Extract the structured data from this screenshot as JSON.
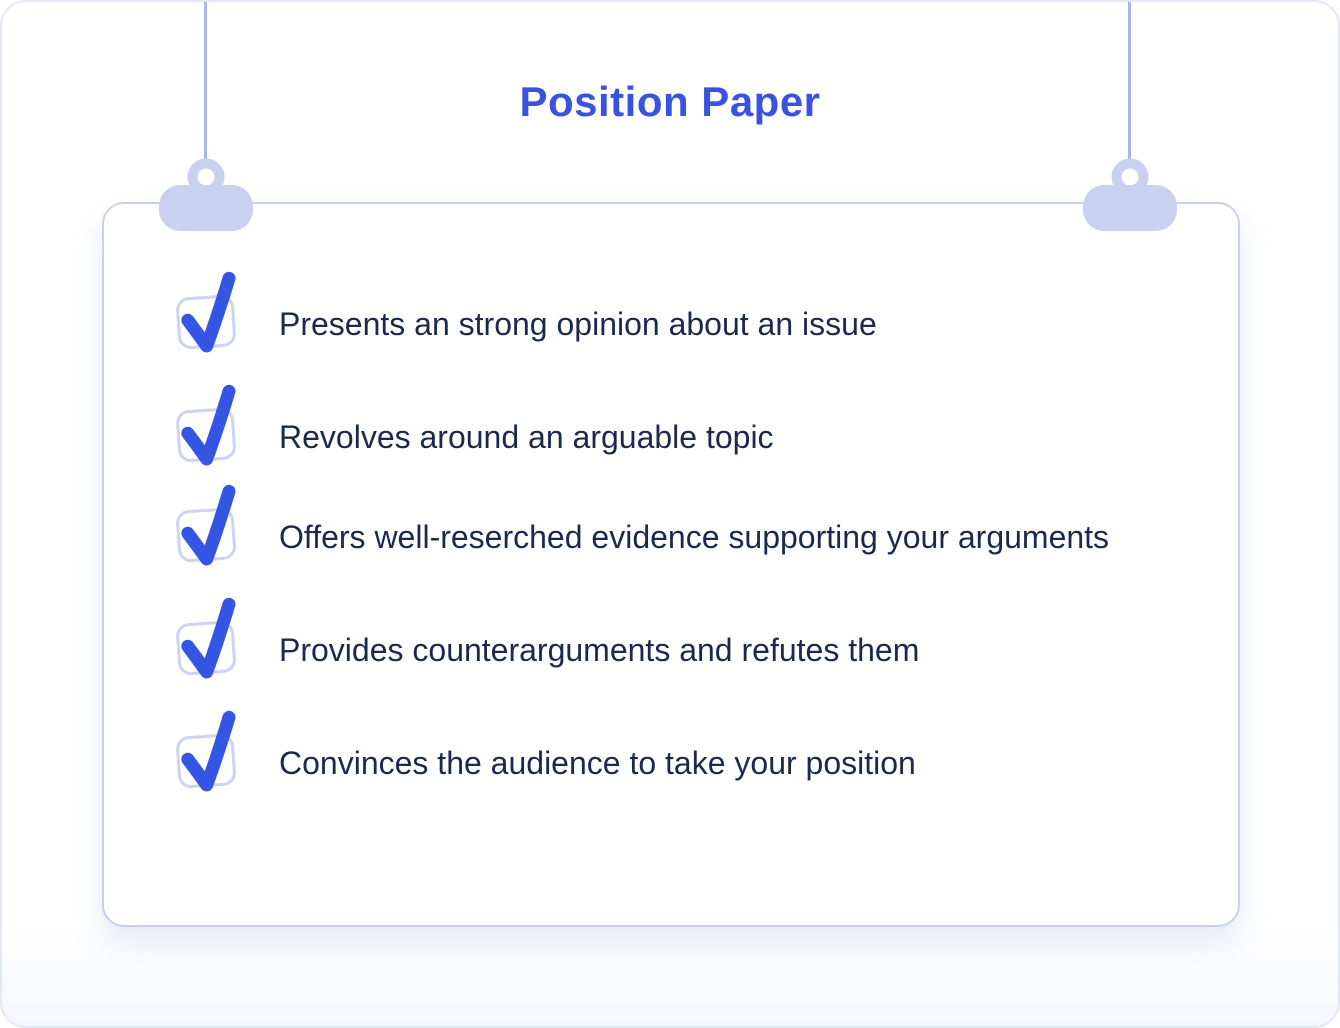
{
  "title": "Position Paper",
  "checklist": {
    "items": [
      {
        "label": "Presents an strong opinion about an issue",
        "checked": true
      },
      {
        "label": "Revolves around an arguable topic",
        "checked": true
      },
      {
        "label": "Offers well-reserched evidence supporting your arguments",
        "checked": true
      },
      {
        "label": "Provides counterarguments and refutes them",
        "checked": true
      },
      {
        "label": "Convinces the audience to take your position",
        "checked": true
      }
    ]
  },
  "icons": {
    "checkmark": "blue brush-stroke check ✓",
    "hanger_pin": "lavender tag pin with ring hole",
    "string": "vertical hanging string"
  },
  "colors": {
    "accent_blue": "#3B51E2",
    "check_blue": "#3556E3",
    "text_navy": "#1B2A4C",
    "pin_lavender": "#C9D1F0",
    "string_lavender": "#A9B4ED",
    "card_border": "#C8CFEF",
    "outer_border": "#E3E8F7"
  }
}
